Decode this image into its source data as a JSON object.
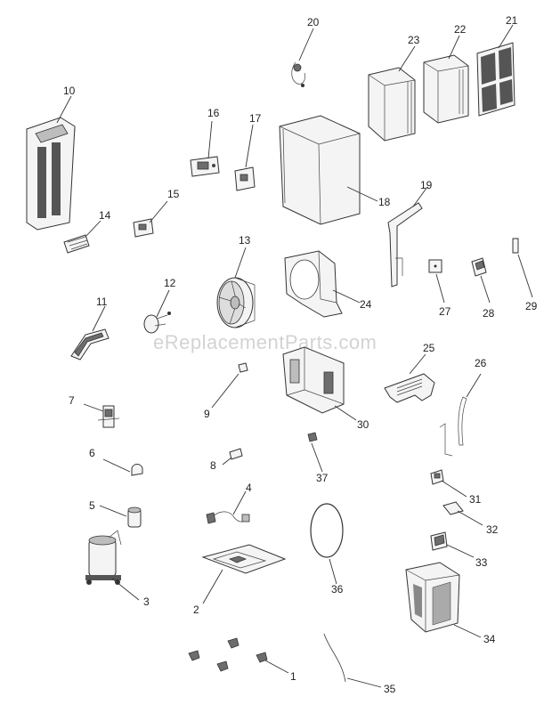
{
  "watermark": "eReplacementParts.com",
  "callouts": {
    "p1": "1",
    "p2": "2",
    "p3": "3",
    "p4": "4",
    "p5": "5",
    "p6": "6",
    "p7": "7",
    "p8": "8",
    "p9": "9",
    "p10": "10",
    "p11": "11",
    "p12": "12",
    "p13": "13",
    "p14": "14",
    "p15": "15",
    "p16": "16",
    "p17": "17",
    "p18": "18",
    "p19": "19",
    "p20": "20",
    "p21": "21",
    "p22": "22",
    "p23": "23",
    "p24": "24",
    "p25": "25",
    "p26": "26",
    "p27": "27",
    "p28": "28",
    "p29": "29",
    "p30": "30",
    "p31": "31",
    "p32": "32",
    "p33": "33",
    "p34": "34",
    "p35": "35",
    "p36": "36",
    "p37": "37"
  }
}
